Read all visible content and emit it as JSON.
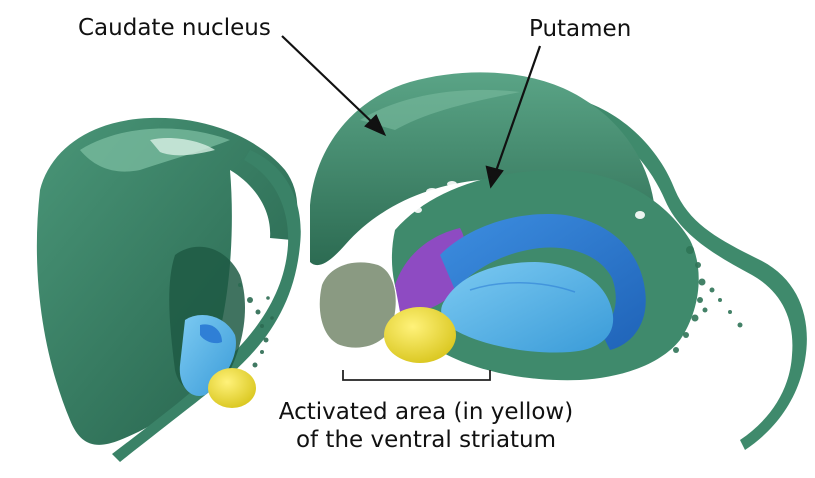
{
  "figure": {
    "labels": {
      "caudate": "Caudate nucleus",
      "putamen": "Putamen",
      "activated_line1": "Activated area (in yellow)",
      "activated_line2": "of the ventral striatum"
    },
    "colors": {
      "caudate_green": "#3f8a6c",
      "caudate_dark": "#2c6b52",
      "caudate_light": "#6fb79a",
      "putamen_blue": "#2f7fd6",
      "putamen_light_blue": "#5bb6ee",
      "purple": "#8e4bc2",
      "yellow": "#f2e13a",
      "grey_green": "#8a9a82"
    }
  }
}
